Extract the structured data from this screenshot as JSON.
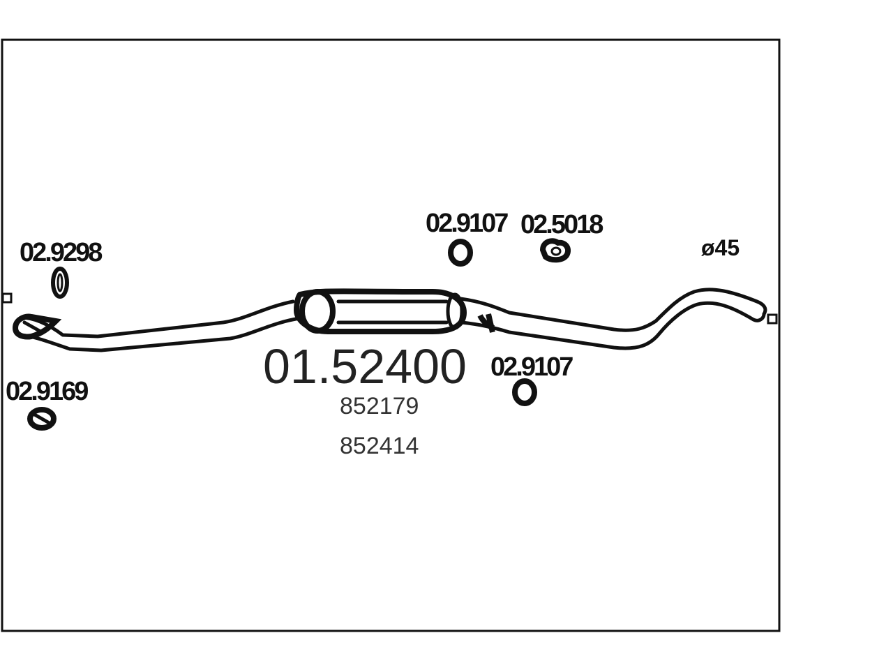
{
  "main_part_number": "01.52400",
  "reference_numbers": [
    "852179",
    "852414"
  ],
  "pipe_diameter_label": "ø45",
  "accessories": {
    "gasket_front": "02.9298",
    "clamp_front": "02.9169",
    "mount_top": "02.9107",
    "clamp_top": "02.5018",
    "mount_bottom": "02.9107"
  },
  "colors": {
    "line": "#111111",
    "background": "#ffffff"
  }
}
